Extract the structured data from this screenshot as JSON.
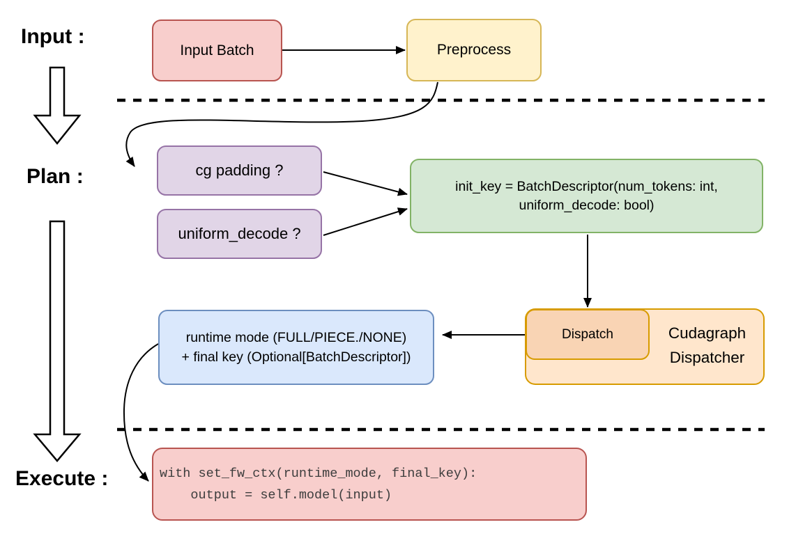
{
  "stage_labels": {
    "input": "Input :",
    "plan": "Plan :",
    "execute": "Execute :"
  },
  "nodes": {
    "input_batch": {
      "label": "Input Batch",
      "fill": "#f8cecc",
      "stroke": "#b85450"
    },
    "preprocess": {
      "label": "Preprocess",
      "fill": "#fff2cc",
      "stroke": "#d6b656"
    },
    "cg_padding": {
      "label": "cg padding ?",
      "fill": "#e1d5e7",
      "stroke": "#9673a6"
    },
    "uniform_decode": {
      "label": "uniform_decode ?",
      "fill": "#e1d5e7",
      "stroke": "#9673a6"
    },
    "init_key": {
      "lines": [
        "init_key = BatchDescriptor(num_tokens: int,",
        "uniform_decode: bool)"
      ],
      "fill": "#d5e8d4",
      "stroke": "#82b366"
    },
    "runtime_mode": {
      "lines": [
        "runtime mode (FULL/PIECE./NONE)",
        "+ final key (Optional[BatchDescriptor])"
      ],
      "fill": "#dae8fc",
      "stroke": "#6c8ebf"
    },
    "dispatch": {
      "label": "Dispatch",
      "fill": "#f9d4b4",
      "stroke": "#d79b00"
    },
    "cudagraph_dispatcher": {
      "lines": [
        "Cudagraph",
        "Dispatcher"
      ],
      "fill": "#ffe6cc",
      "stroke": "#d79b00"
    },
    "execute_code": {
      "lines": [
        "with set_fw_ctx(runtime_mode, final_key):",
        "    output = self.model(input)"
      ],
      "fill": "#f8cecc",
      "stroke": "#b85450"
    }
  }
}
